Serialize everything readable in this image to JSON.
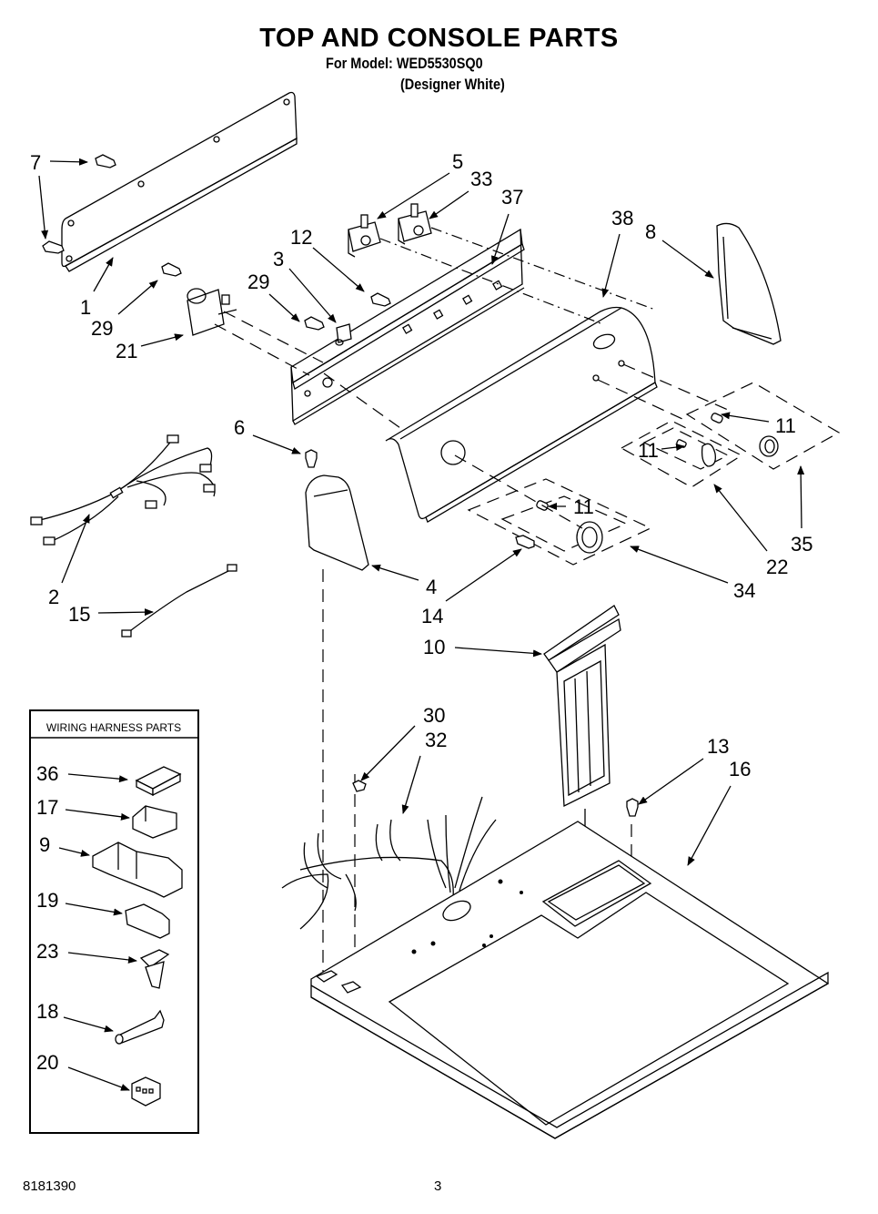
{
  "header": {
    "title": "TOP AND CONSOLE PARTS",
    "model_line": "For Model: WED5530SQ0",
    "variant": "(Designer White)"
  },
  "footer": {
    "doc_number": "8181390",
    "page_number": "3"
  },
  "wiring_box": {
    "title": "WIRING HARNESS PARTS",
    "items": [
      {
        "callout": "36"
      },
      {
        "callout": "17"
      },
      {
        "callout": "9"
      },
      {
        "callout": "19"
      },
      {
        "callout": "23"
      },
      {
        "callout": "18"
      },
      {
        "callout": "20"
      }
    ]
  },
  "callouts": {
    "c7a": "7",
    "c1": "1",
    "c29a": "29",
    "c21": "21",
    "c12": "12",
    "c3": "3",
    "c29b": "29",
    "c5": "5",
    "c33": "33",
    "c37": "37",
    "c38": "38",
    "c8": "8",
    "c6": "6",
    "c11a": "11",
    "c11b": "11",
    "c11c": "11",
    "c35": "35",
    "c22": "22",
    "c34": "34",
    "c2": "2",
    "c15": "15",
    "c4": "4",
    "c14": "14",
    "c10": "10",
    "c30": "30",
    "c32": "32",
    "c13": "13",
    "c16": "16"
  }
}
